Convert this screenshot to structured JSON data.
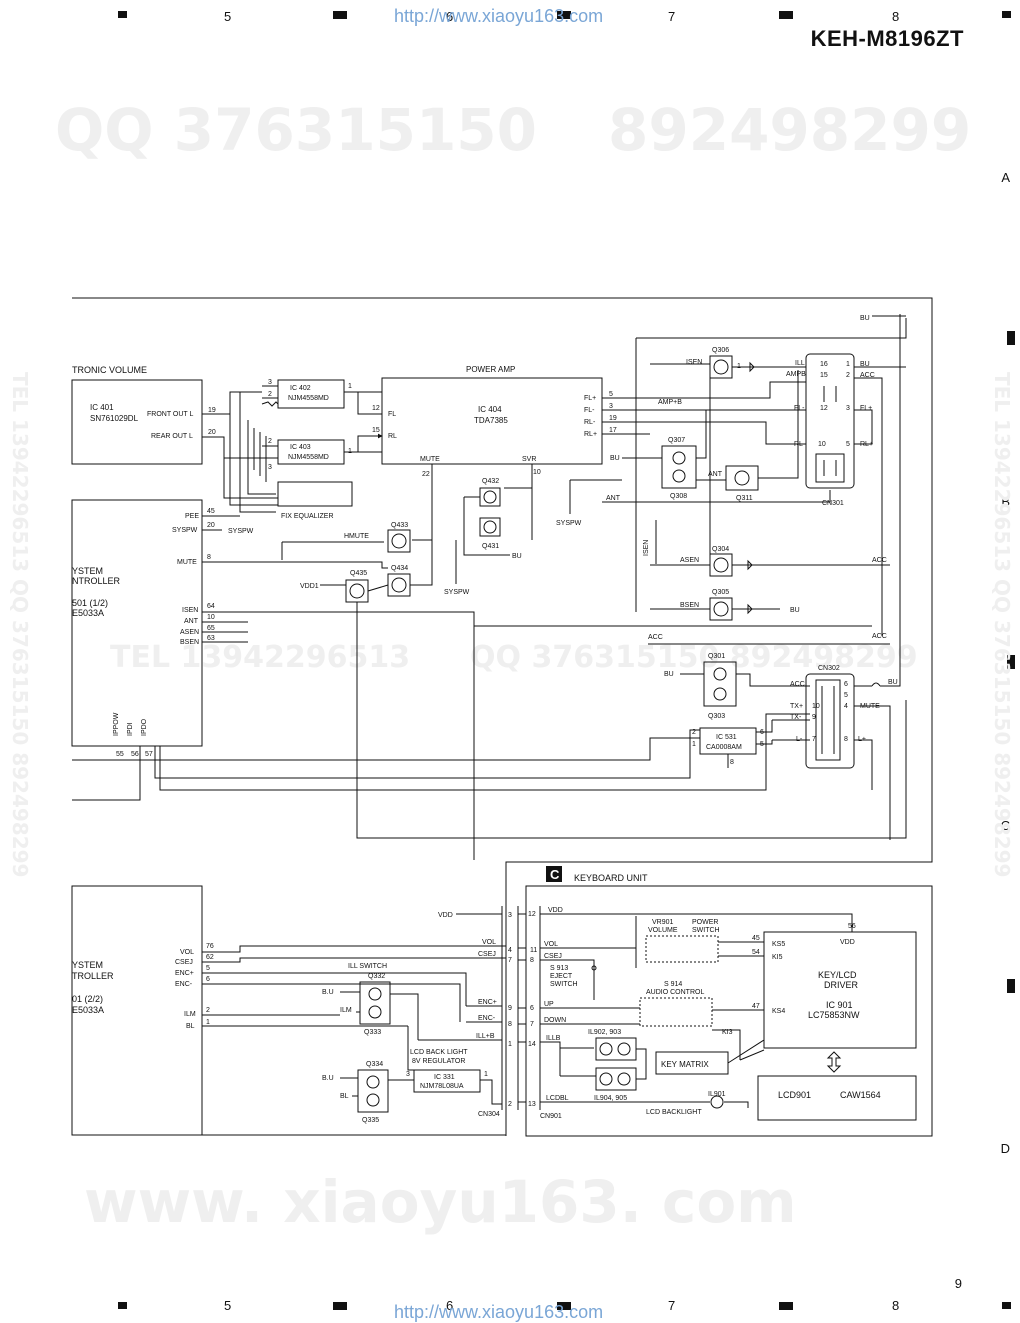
{
  "header": {
    "model": "KEH-M8196ZT",
    "url_top": "http://www.xiaoyu163.com",
    "url_bottom": "http://www.xiaoyu163.com",
    "col_numbers": [
      "5",
      "6",
      "7",
      "8"
    ],
    "row_letters": [
      "A",
      "B",
      "C",
      "D"
    ],
    "page_number": "9"
  },
  "watermarks": {
    "qq_top": "QQ 376315150",
    "qq_top2": "892498299",
    "tel_mid": "TEL 13942296513",
    "qq_mid": "QQ 376315150  892498299",
    "site_bottom": "www. xiaoyu163. com",
    "side_right": "TEL 13942296513  QQ 376315150  892498299",
    "side_left": "TEL 13942296513  QQ 376315150  892498299"
  },
  "schematic": {
    "electronic_volume": "TRONIC VOLUME",
    "ic401": [
      "IC 401",
      "SN761029DL"
    ],
    "ic401_pins": [
      {
        "name": "FRONT OUT L",
        "num": "19"
      },
      {
        "name": "REAR OUT L",
        "num": "20"
      }
    ],
    "ic402": [
      "IC 402",
      "NJM4558MD"
    ],
    "ic403": [
      "IC 403",
      "NJM4558MD"
    ],
    "fix_eq": "FIX EQUALIZER",
    "power_amp": "POWER AMP",
    "ic404": [
      "IC 404",
      "TDA7385"
    ],
    "ic404_pins_left": [
      {
        "name": "FL",
        "num": "12"
      },
      {
        "name": "RL",
        "num": "15"
      }
    ],
    "ic404_pins_right": [
      {
        "name": "FL+",
        "num": "5"
      },
      {
        "name": "FL-",
        "num": "3"
      },
      {
        "name": "RL-",
        "num": "19"
      },
      {
        "name": "RL+",
        "num": "17"
      }
    ],
    "ic404_bottom": [
      {
        "name": "MUTE",
        "num": "22"
      },
      {
        "name": "SVR",
        "num": "10"
      }
    ],
    "sys_ctrl_1": [
      "YSTEM",
      "NTROLLER",
      "501 (1/2)",
      "E5033A"
    ],
    "sys_ctrl_1_pins": [
      {
        "name": "PEE",
        "num": "45"
      },
      {
        "name": "SYSPW",
        "num": "20"
      },
      {
        "name": "MUTE",
        "num": "8"
      },
      {
        "name": "ISEN",
        "num": "64"
      },
      {
        "name": "ANT",
        "num": "10"
      },
      {
        "name": "ASEN",
        "num": "65"
      },
      {
        "name": "BSEN",
        "num": "63"
      }
    ],
    "sys_ctrl_1_bottom": [
      {
        "name": "IPPOW",
        "num": "55"
      },
      {
        "name": "IPDI",
        "num": "56"
      },
      {
        "name": "IPDO",
        "num": "57"
      }
    ],
    "labels": {
      "syspw": "SYSPW",
      "hmute": "HMUTE",
      "vdd1": "VDD1",
      "bu": "BU",
      "acc": "ACC",
      "isen": "ISEN",
      "ant": "ANT",
      "amp_b": "AMP+B",
      "asen": "ASEN",
      "bsen": "BSEN",
      "amp_b2": "AMPB",
      "ill": "ILL",
      "fl_minus": "FL-",
      "fl_plus": "FL+",
      "rl_minus": "RL-",
      "rl_plus": "RL+",
      "tx_plus": "TX+",
      "tx_minus": "TX-",
      "l_minus": "L-",
      "l_plus": "L+",
      "mute": "MUTE"
    },
    "transistors": {
      "q306": "Q306",
      "q307": "Q307",
      "q308": "Q308",
      "q311": "Q311",
      "q304": "Q304",
      "q305": "Q305",
      "q432": "Q432",
      "q431": "Q431",
      "q433": "Q433",
      "q434": "Q434",
      "q435": "Q435",
      "q301": "Q301",
      "q303": "Q303",
      "q332": "Q332",
      "q333": "Q333",
      "q334": "Q334",
      "q335": "Q335"
    },
    "cn301": "CN301",
    "cn302": "CN302",
    "ic531": [
      "IC 531",
      "CA0008AM"
    ],
    "cn301_pins": [
      "16",
      "1",
      "15",
      "2",
      "12",
      "3",
      "10",
      "5"
    ],
    "cn302_pins": [
      "6",
      "5",
      "4",
      "10",
      "9",
      "7",
      "8"
    ],
    "sys_ctrl_2": [
      "YSTEM",
      "TROLLER",
      "01 (2/2)",
      "E5033A"
    ],
    "sys_ctrl_2_pins": [
      {
        "name": "VOL",
        "num": "76"
      },
      {
        "name": "CSEJ",
        "num": "62"
      },
      {
        "name": "ENC+",
        "num": "5"
      },
      {
        "name": "ENC-",
        "num": "6"
      },
      {
        "name": "ILM",
        "num": "2"
      },
      {
        "name": "BL",
        "num": "1"
      }
    ],
    "ill_switch": "ILL SWITCH",
    "lcd_backlight_reg": [
      "LCD BACK LIGHT",
      "8V REGULATOR"
    ],
    "ic331": [
      "IC 331",
      "NJM78L08UA"
    ],
    "cn304": "CN304",
    "cn901": "CN901",
    "keyboard_section_letter": "C",
    "keyboard_unit": "KEYBOARD UNIT",
    "kb_labels": {
      "vdd": "VDD",
      "vol": "VOL",
      "csej": "CSEJ",
      "up": "UP",
      "down": "DOWN",
      "ill_b": "ILL+B",
      "illb": "ILLB",
      "lcdbl": "LCDBL",
      "enc_plus": "ENC+",
      "enc_minus": "ENC-",
      "b_u": "B.U",
      "ilm": "ILM",
      "bl": "BL"
    },
    "vr901": [
      "VR901",
      "VOLUME"
    ],
    "power_switch": [
      "POWER",
      "SWITCH"
    ],
    "s913": [
      "S 913",
      "EJECT",
      "SWITCH"
    ],
    "s914": [
      "S 914",
      "AUDIO CONTROL"
    ],
    "il902": "IL902, 903",
    "il904": "IL904, 905",
    "il901": "IL901",
    "lcd_backlight": "LCD BACKLIGHT",
    "key_matrix": "KEY MATRIX",
    "ic901": [
      "KEY/LCD",
      "DRIVER",
      "IC 901",
      "LC75853NW"
    ],
    "ic901_pins": [
      {
        "name": "KS5",
        "num": "45"
      },
      {
        "name": "KI5",
        "num": "54"
      },
      {
        "name": "KS4",
        "num": "47"
      },
      {
        "name": "KI3",
        "num": ""
      }
    ],
    "ic901_vdd": {
      "name": "VDD",
      "num": "56"
    },
    "lcd901": [
      "LCD901",
      "CAW1564"
    ]
  }
}
